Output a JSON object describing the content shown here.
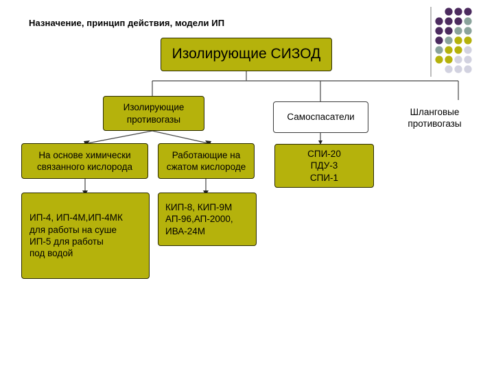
{
  "title": "Назначение, принцип действия, модели ИП",
  "nodes": {
    "root": "Изолирующие СИЗОД",
    "gas_masks": "Изолирующие\nпротивогазы",
    "self_rescuers": "Самоспасатели",
    "hose": "Шланговые\nпротивогазы",
    "chemical": "На основе химически\nсвязанного кислорода",
    "compressed": "Работающие на\nсжатом кислороде",
    "self_models": "СПИ-20\nПДУ-3\nСПИ-1",
    "chem_models": "ИП-4, ИП-4М,ИП-4МК\nдля работы на суше\nИП-5 для работы\nпод водой",
    "comp_models": "КИП-8, КИП-9М\nАП-96,АП-2000,\nИВА-24М"
  },
  "colors": {
    "box_fill": "#b5b20c",
    "dot_purple": "#4b2a5e",
    "dot_teal": "#8aa39b",
    "dot_olive": "#b5b20c",
    "dot_gray": "#d2d2e0"
  }
}
